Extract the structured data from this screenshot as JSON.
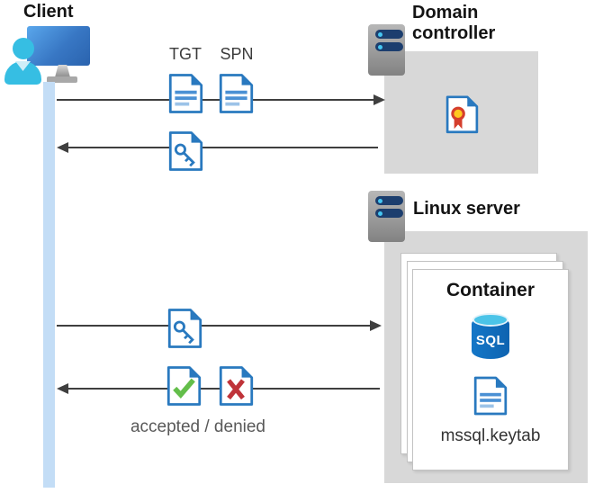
{
  "nodes": {
    "client": {
      "label": "Client"
    },
    "domain_controller": {
      "label": "Domain controller"
    },
    "linux_server": {
      "label": "Linux server"
    },
    "container": {
      "label": "Container",
      "database_label": "SQL",
      "keytab_file": "mssql.keytab"
    }
  },
  "flow_labels": {
    "tgt": "TGT",
    "spn": "SPN",
    "accepted_denied": "accepted / denied"
  },
  "flows": [
    {
      "from": "client",
      "to": "domain_controller",
      "direction": "right",
      "items": [
        "TGT ticket document",
        "SPN ticket document"
      ]
    },
    {
      "from": "domain_controller",
      "to": "client",
      "direction": "left",
      "items": [
        "key ticket document"
      ]
    },
    {
      "from": "client",
      "to": "linux_server",
      "direction": "right",
      "items": [
        "key ticket document"
      ]
    },
    {
      "from": "linux_server",
      "to": "client",
      "direction": "left",
      "items": [
        "accepted document",
        "denied document"
      ],
      "caption": "accepted / denied"
    }
  ],
  "colors": {
    "document_blue": "#2979bf",
    "document_line_blue": "#4a90d4",
    "document_line_light": "#9cc3e8",
    "accepted_green": "#63be4a",
    "denied_red": "#bf3339",
    "certificate_red": "#d53e2c",
    "certificate_gold": "#ffc81f",
    "arrow_gray": "#3f3f3f",
    "lifeline_blue": "#c3ddf6",
    "node_box_gray": "#d8d8d8",
    "sql_cyan": "#4bc4e8",
    "sql_blue": "#0e63b0",
    "monitor_blue": "#2a63ae",
    "user_cyan": "#36bee3",
    "server_navy": "#1c3e6e"
  }
}
